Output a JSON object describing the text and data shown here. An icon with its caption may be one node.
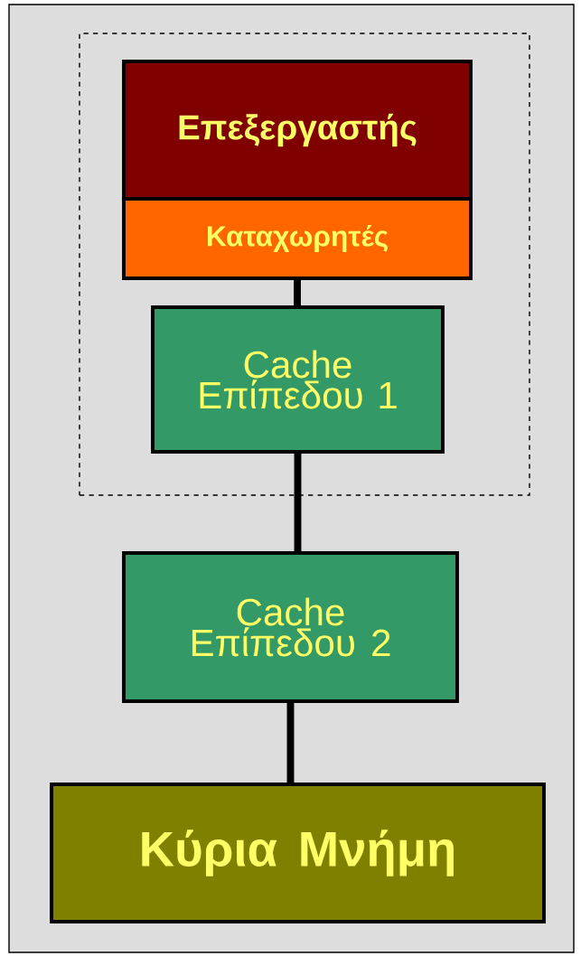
{
  "diagram": {
    "nodes": [
      {
        "text": [],
        "shape": "box"
      },
      {
        "text": [
          "Επεξεργαστής"
        ],
        "in": 0
      },
      {
        "text": [
          "Καταχωρητές"
        ],
        "in": 0
      },
      {
        "text": [
          "Cache Επίπεδου 1"
        ],
        "in": 0
      },
      {
        "text": [
          "Cache Επίπεδου 2"
        ]
      },
      {
        "text": [
          "Κύρια Μνήμη"
        ]
      }
    ],
    "edges": [
      {
        "from": 2,
        "to": 3,
        "arrow": "none"
      },
      {
        "from": 3,
        "to": 4,
        "arrow": "none"
      },
      {
        "from": 4,
        "to": 5,
        "arrow": "none"
      }
    ]
  }
}
